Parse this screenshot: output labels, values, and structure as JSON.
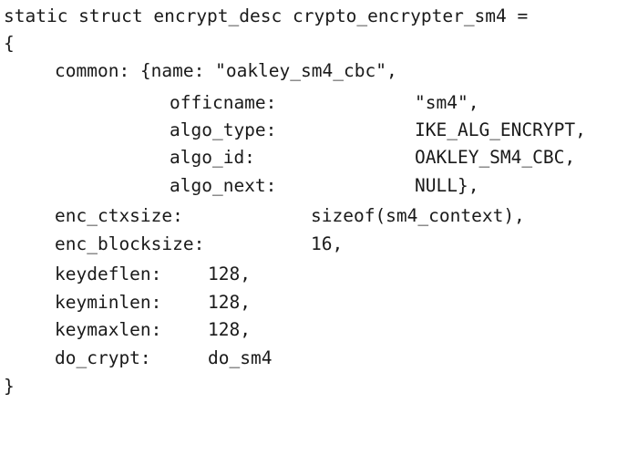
{
  "code": {
    "line_01": "static struct encrypt_desc crypto_encrypter_sm4 =",
    "line_02": "{",
    "line_03": "common: {name: \"oakley_sm4_cbc\",",
    "line_04": {
      "key": "officname:",
      "value": "\"sm4\","
    },
    "line_05": {
      "key": "algo_type:",
      "value": "IKE_ALG_ENCRYPT,"
    },
    "line_06": {
      "key": "algo_id:",
      "value": "OAKLEY_SM4_CBC,"
    },
    "line_07": {
      "key": "algo_next:",
      "value": "NULL},"
    },
    "line_08": {
      "key": "enc_ctxsize:",
      "value": "sizeof(sm4_context),"
    },
    "line_09": {
      "key": "enc_blocksize:",
      "value": "16,"
    },
    "line_10": {
      "key": "keydeflen:",
      "value": "128,"
    },
    "line_11": {
      "key": "keyminlen:",
      "value": "128,"
    },
    "line_12": {
      "key": "keymaxlen:",
      "value": "128,"
    },
    "line_13": {
      "key": "do_crypt:",
      "value": "do_sm4"
    },
    "line_14": "}"
  }
}
